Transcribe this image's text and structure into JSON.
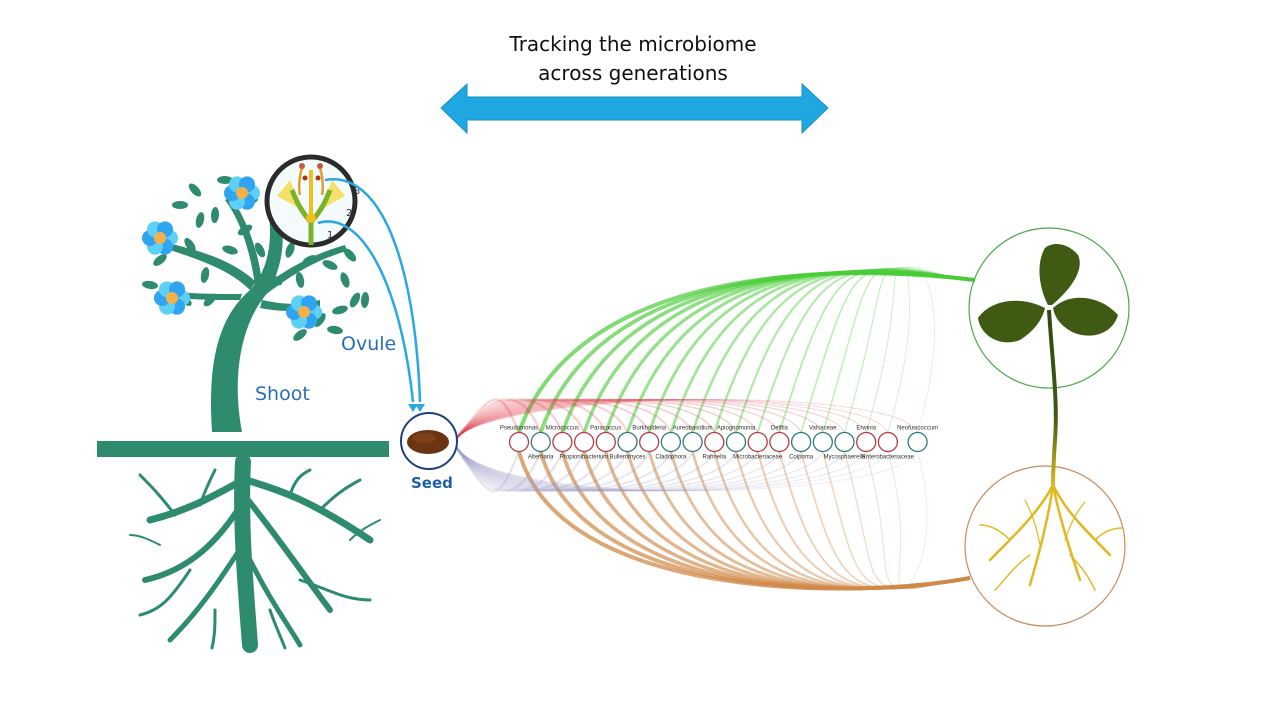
{
  "title": {
    "line1": "Tracking the microbiome",
    "line2": "across generations"
  },
  "labels": {
    "shoot": "Shoot",
    "ovule": "Ovule",
    "seed": "Seed"
  },
  "flower_inset": {
    "numbers": [
      "1",
      "2",
      "3"
    ]
  },
  "colors": {
    "arrow": "#1ea7e1",
    "tree": "#2e8b6e",
    "seed_label": "#1f5fa8",
    "leaf_link": "#4ccc3a",
    "root_link": "#d08a4a",
    "seed_link": "#e0404a",
    "lavender_link": "#9a9ac8",
    "node_red": "#b53a45",
    "node_teal": "#2f7a7e",
    "shoot_circle": "#4aa84a",
    "root_circle": "#c98a5a"
  },
  "taxa": [
    {
      "name": "Pseudomonas",
      "pos": "top",
      "type": "red"
    },
    {
      "name": "Alternaria",
      "pos": "bottom",
      "type": "teal"
    },
    {
      "name": "Micrococcus",
      "pos": "top",
      "type": "red"
    },
    {
      "name": "Propionibacterium",
      "pos": "bottom",
      "type": "red"
    },
    {
      "name": "Paracoccus",
      "pos": "top",
      "type": "red"
    },
    {
      "name": "Bulleromyces",
      "pos": "bottom",
      "type": "teal"
    },
    {
      "name": "Burkholderia",
      "pos": "top",
      "type": "red"
    },
    {
      "name": "Cladophora",
      "pos": "bottom",
      "type": "teal"
    },
    {
      "name": "Aureobasidium",
      "pos": "top",
      "type": "teal"
    },
    {
      "name": "Rahnella",
      "pos": "bottom",
      "type": "red"
    },
    {
      "name": "Apiognomonia",
      "pos": "top",
      "type": "teal"
    },
    {
      "name": "Microbacteriaceae",
      "pos": "bottom",
      "type": "red"
    },
    {
      "name": "Delftia",
      "pos": "top",
      "type": "red"
    },
    {
      "name": "Colpoma",
      "pos": "bottom",
      "type": "teal"
    },
    {
      "name": "Valsaceae",
      "pos": "top",
      "type": "teal"
    },
    {
      "name": "Mycosphaerella",
      "pos": "bottom",
      "type": "teal"
    },
    {
      "name": "Erwinia",
      "pos": "top",
      "type": "red"
    },
    {
      "name": "Enterobacteriaceae",
      "pos": "bottom",
      "type": "red"
    },
    {
      "name": "Neofusicoccum",
      "pos": "top",
      "type": "teal"
    }
  ]
}
